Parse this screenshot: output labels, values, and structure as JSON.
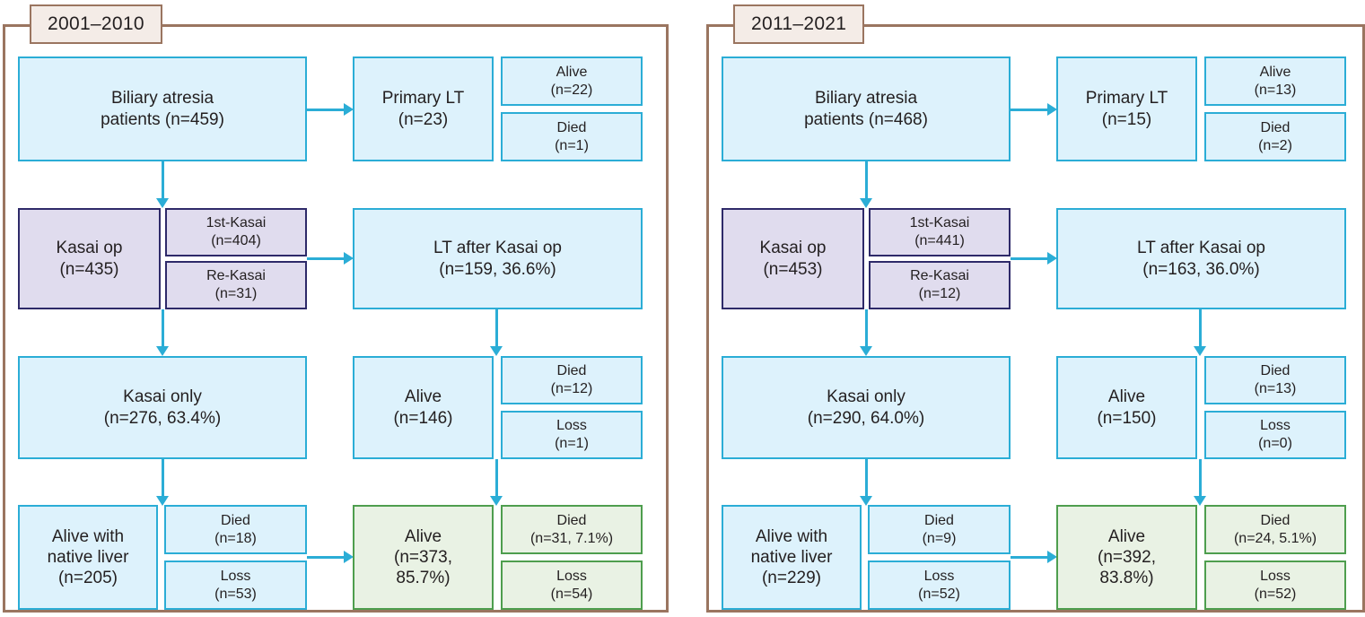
{
  "figure": {
    "type": "flowchart",
    "colors": {
      "panel_border": "#9a7560",
      "tab_fill": "#f4ece7",
      "blue_fill": "#ddf2fc",
      "blue_border": "#2badd6",
      "purple_fill": "#e0dcee",
      "purple_border": "#2e2a69",
      "green_fill": "#e9f2e4",
      "green_border": "#4e9e4e",
      "arrow": "#2badd6"
    }
  },
  "panels": [
    {
      "title": "2001–2010",
      "nodes": {
        "cohort": {
          "line1": "Biliary atresia",
          "line2": "patients (n=459)"
        },
        "primary_lt": {
          "line1": "Primary LT",
          "line2": "(n=23)"
        },
        "primary_lt_alive": {
          "line1": "Alive",
          "line2": "(n=22)"
        },
        "primary_lt_died": {
          "line1": "Died",
          "line2": "(n=1)"
        },
        "kasai_op": {
          "line1": "Kasai op",
          "line2": "(n=435)"
        },
        "first_kasai": {
          "line1": "1st-Kasai",
          "line2": "(n=404)"
        },
        "re_kasai": {
          "line1": "Re-Kasai",
          "line2": "(n=31)"
        },
        "lt_after_kasai": {
          "line1": "LT after Kasai op",
          "line2": "(n=159, 36.6%)"
        },
        "kasai_only": {
          "line1": "Kasai only",
          "line2": "(n=276, 63.4%)"
        },
        "lt_alive": {
          "line1": "Alive",
          "line2": "(n=146)"
        },
        "lt_died": {
          "line1": "Died",
          "line2": "(n=12)"
        },
        "lt_loss": {
          "line1": "Loss",
          "line2": "(n=1)"
        },
        "native_liver": {
          "line1": "Alive with",
          "line2": "native liver",
          "line3": "(n=205)"
        },
        "native_died": {
          "line1": "Died",
          "line2": "(n=18)"
        },
        "native_loss": {
          "line1": "Loss",
          "line2": "(n=53)"
        },
        "total_alive": {
          "line1": "Alive",
          "line2": "(n=373,",
          "line3": "85.7%)"
        },
        "total_died": {
          "line1": "Died",
          "line2": "(n=31, 7.1%)"
        },
        "total_loss": {
          "line1": "Loss",
          "line2": "(n=54)"
        }
      }
    },
    {
      "title": "2011–2021",
      "nodes": {
        "cohort": {
          "line1": "Biliary atresia",
          "line2": "patients (n=468)"
        },
        "primary_lt": {
          "line1": "Primary LT",
          "line2": "(n=15)"
        },
        "primary_lt_alive": {
          "line1": "Alive",
          "line2": "(n=13)"
        },
        "primary_lt_died": {
          "line1": "Died",
          "line2": "(n=2)"
        },
        "kasai_op": {
          "line1": "Kasai op",
          "line2": "(n=453)"
        },
        "first_kasai": {
          "line1": "1st-Kasai",
          "line2": "(n=441)"
        },
        "re_kasai": {
          "line1": "Re-Kasai",
          "line2": "(n=12)"
        },
        "lt_after_kasai": {
          "line1": "LT after Kasai op",
          "line2": "(n=163, 36.0%)"
        },
        "kasai_only": {
          "line1": "Kasai only",
          "line2": "(n=290, 64.0%)"
        },
        "lt_alive": {
          "line1": "Alive",
          "line2": "(n=150)"
        },
        "lt_died": {
          "line1": "Died",
          "line2": "(n=13)"
        },
        "lt_loss": {
          "line1": "Loss",
          "line2": "(n=0)"
        },
        "native_liver": {
          "line1": "Alive with",
          "line2": "native liver",
          "line3": "(n=229)"
        },
        "native_died": {
          "line1": "Died",
          "line2": "(n=9)"
        },
        "native_loss": {
          "line1": "Loss",
          "line2": "(n=52)"
        },
        "total_alive": {
          "line1": "Alive",
          "line2": "(n=392,",
          "line3": "83.8%)"
        },
        "total_died": {
          "line1": "Died",
          "line2": "(n=24, 5.1%)"
        },
        "total_loss": {
          "line1": "Loss",
          "line2": "(n=52)"
        }
      }
    }
  ]
}
